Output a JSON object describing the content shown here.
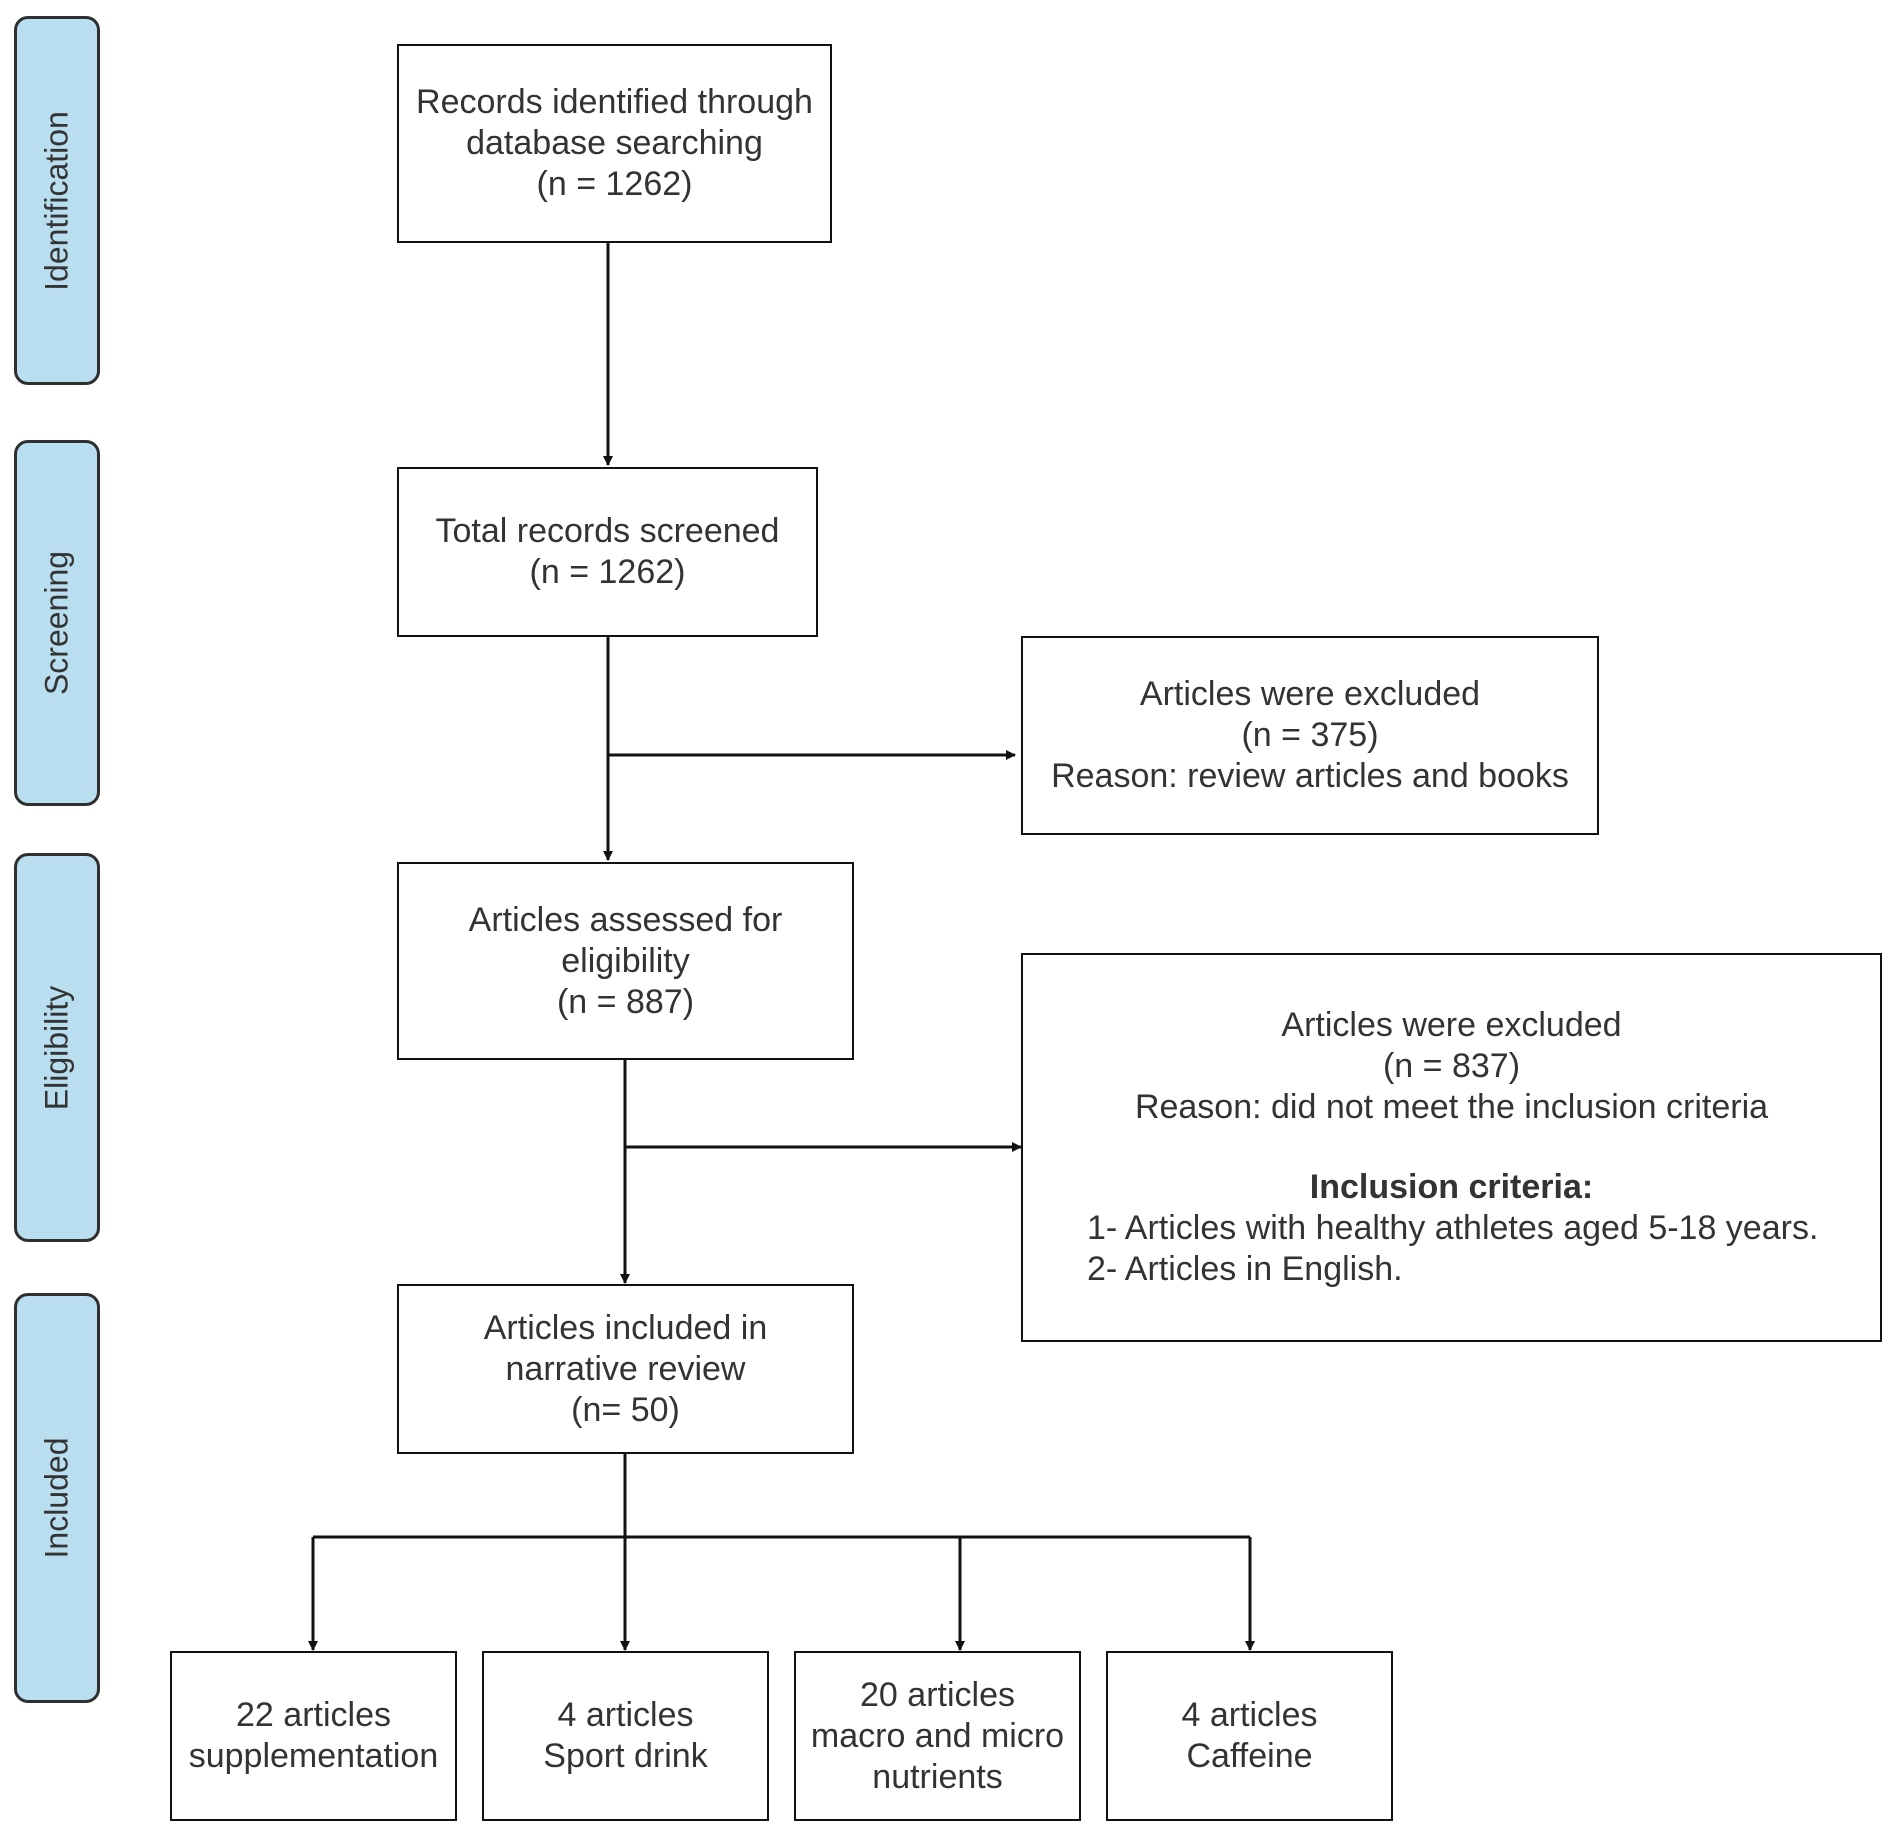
{
  "stages": [
    {
      "label": "Identification"
    },
    {
      "label": "Screening"
    },
    {
      "label": "Eligibility"
    },
    {
      "label": "Included"
    }
  ],
  "identified": {
    "line1": "Records identified through",
    "line2": "database searching",
    "count": "(n = 1262)"
  },
  "screened": {
    "line1": "Total records screened",
    "count": "(n = 1262)"
  },
  "excluded_screening": {
    "line1": "Articles were excluded",
    "count": "(n = 375)",
    "reason": "Reason: review articles and books"
  },
  "eligibility": {
    "line1": "Articles assessed for",
    "line2": "eligibility",
    "count": "(n = 887)"
  },
  "excluded_eligibility": {
    "line1": "Articles were excluded",
    "count": "(n = 837)",
    "reason": "Reason: did not meet the inclusion criteria",
    "criteria_title": "Inclusion criteria:",
    "criteria": [
      "1- Articles with healthy athletes aged 5-18 years.",
      "2- Articles in English."
    ]
  },
  "included": {
    "line1": "Articles included in",
    "line2": "narrative review",
    "count": "(n= 50)"
  },
  "categories": [
    {
      "line1": "22 articles",
      "line2": "supplementation"
    },
    {
      "line1": "4 articles",
      "line2": "Sport drink"
    },
    {
      "line1": "20 articles",
      "line2": "macro and micro",
      "line3": "nutrients"
    },
    {
      "line1": "4 articles",
      "line2": "Caffeine"
    }
  ],
  "colors": {
    "stage_fill": "#b9deef",
    "line": "#111111",
    "text": "#333333"
  }
}
